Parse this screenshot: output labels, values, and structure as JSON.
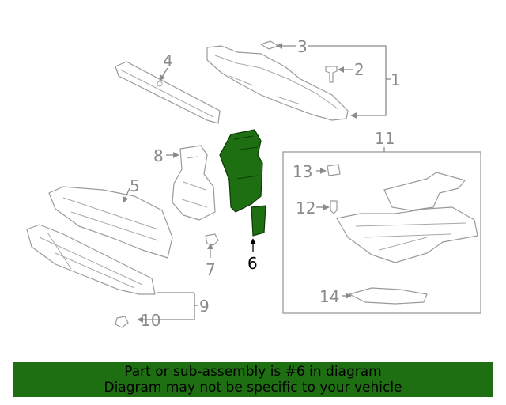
{
  "callouts": {
    "c1": "1",
    "c2": "2",
    "c3": "3",
    "c4": "4",
    "c5": "5",
    "c6": "6",
    "c7": "7",
    "c8": "8",
    "c9": "9",
    "c10": "10",
    "c11": "11",
    "c12": "12",
    "c13": "13",
    "c14": "14"
  },
  "highlight": {
    "part_number": "6",
    "color": "#1e6e12"
  },
  "banner": {
    "line1": "Part or sub-assembly is #6 in diagram",
    "line2": "Diagram may not be specific to your vehicle",
    "background": "#1e6e12"
  }
}
